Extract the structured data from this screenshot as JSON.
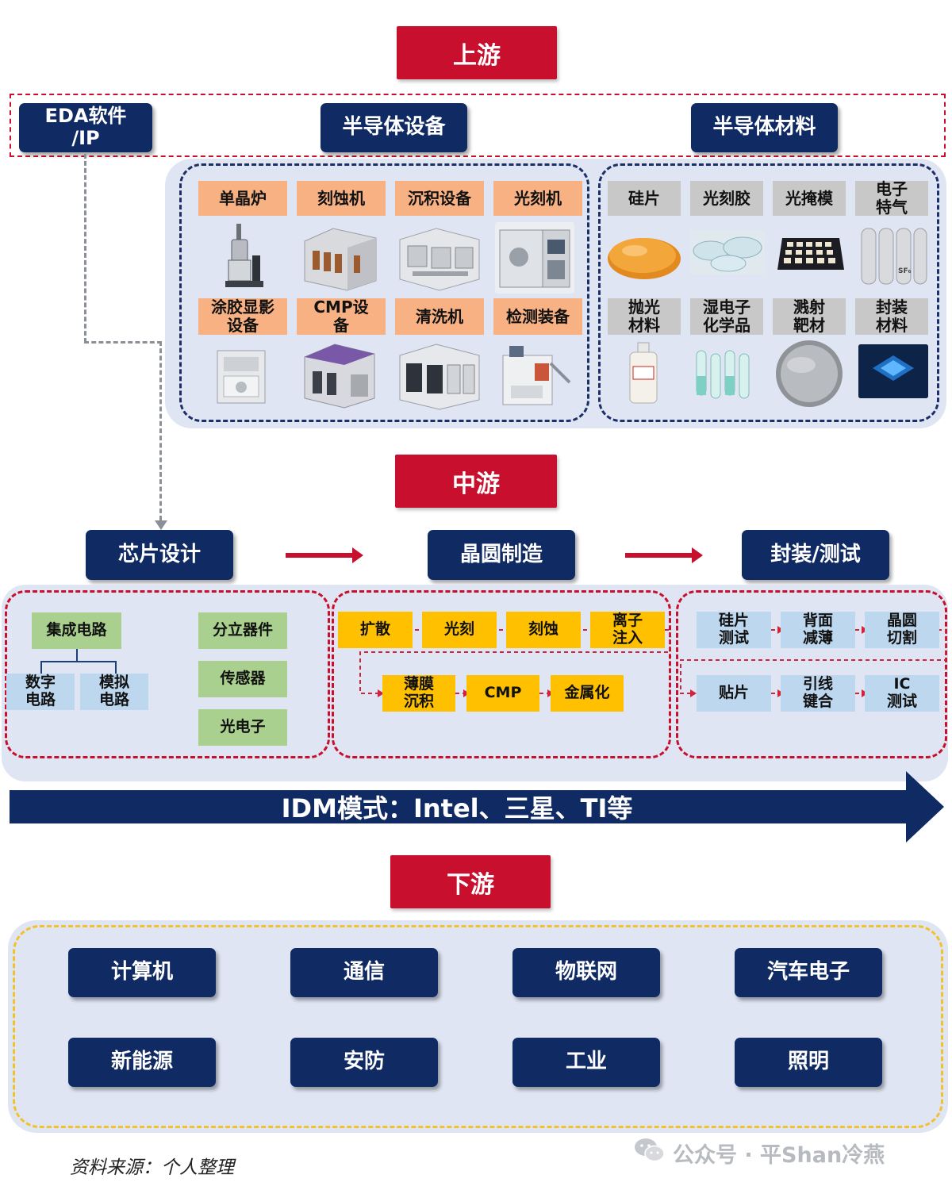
{
  "upstream": {
    "stage_label": "上游",
    "eda_label": "EDA软件\n/IP",
    "equipment_title": "半导体设备",
    "materials_title": "半导体材料",
    "equipment_items": [
      "单晶炉",
      "刻蚀机",
      "沉积设备",
      "光刻机",
      "涂胶显影\n设备",
      "CMP设\n备",
      "清洗机",
      "检测装备"
    ],
    "material_items": [
      "硅片",
      "光刻胶",
      "光掩模",
      "电子\n特气",
      "抛光\n材料",
      "湿电子\n化学品",
      "溅射\n靶材",
      "封装\n材料"
    ],
    "gas_cylinder_text": "SF₆"
  },
  "midstream": {
    "stage_label": "中游",
    "design_title": "芯片设计",
    "fab_title": "晶圆制造",
    "package_title": "封装/测试",
    "design": {
      "ic": "集成电路",
      "digital": "数字\n电路",
      "analog": "模拟\n电路",
      "discrete": "分立器件",
      "sensor": "传感器",
      "optoelectronics": "光电子"
    },
    "fab_steps": [
      "扩散",
      "光刻",
      "刻蚀",
      "离子\n注入",
      "薄膜\n沉积",
      "CMP",
      "金属化"
    ],
    "package_steps": [
      "硅片\n测试",
      "背面\n减薄",
      "晶圆\n切割",
      "贴片",
      "引线\n键合",
      "IC\n测试"
    ]
  },
  "idm_label": "IDM模式：Intel、三星、TI等",
  "downstream": {
    "stage_label": "下游",
    "items": [
      "计算机",
      "通信",
      "物联网",
      "汽车电子",
      "新能源",
      "安防",
      "工业",
      "照明"
    ]
  },
  "source_label": "资料来源：个人整理",
  "watermark": "公众号 · 平Shan冷燕",
  "colors": {
    "stage_red": "#c8102e",
    "navy": "#102a63",
    "panel_bg": "#dfe5f3",
    "orange": "#f8b183",
    "gray": "#c8c8c8",
    "green": "#a9d08e",
    "light_blue": "#bdd7ee",
    "gold": "#ffc000",
    "downstream_border": "#f2c12e"
  }
}
